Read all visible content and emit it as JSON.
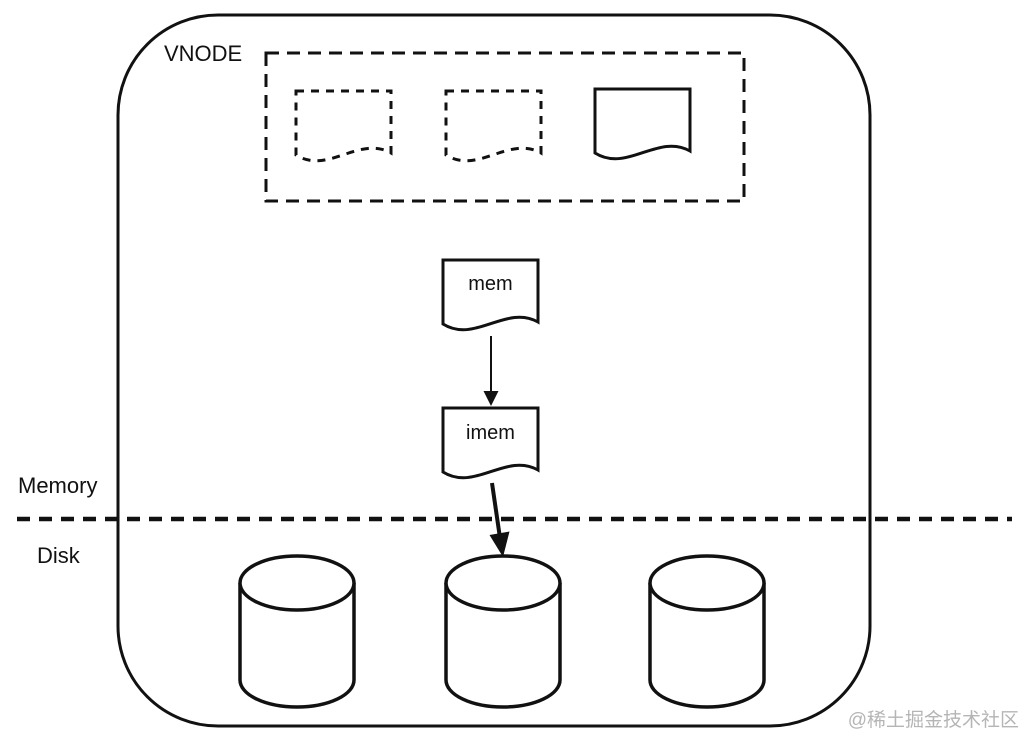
{
  "diagram": {
    "vnode_label": "VNODE",
    "cache_box": {
      "documents": [
        "dashed-document",
        "dashed-document",
        "solid-document"
      ]
    },
    "mem_label": "mem",
    "imem_label": "imem",
    "divider": {
      "above_label": "Memory",
      "below_label": "Disk"
    },
    "disk_cylinders_count": "3",
    "watermark": "@稀土掘金技术社区",
    "colors": {
      "stroke": "#111111",
      "background": "#ffffff",
      "watermark_text": "#b5b5b5"
    }
  }
}
